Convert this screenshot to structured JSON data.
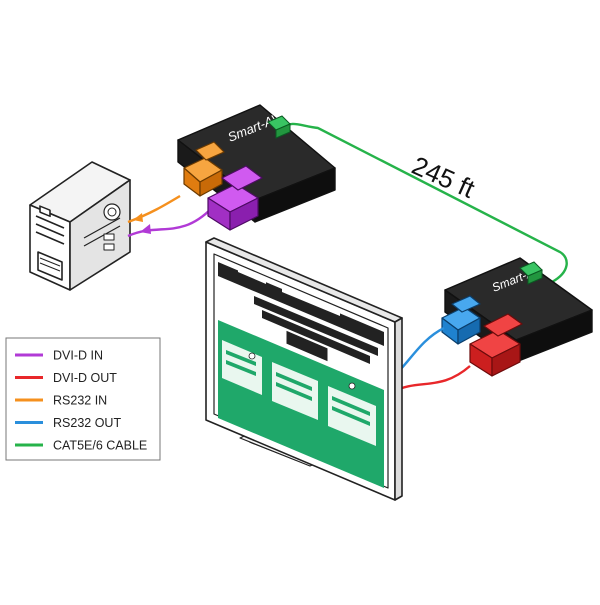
{
  "distance_label": "245 ft",
  "brand": "Smart-AVI",
  "legend": {
    "items": [
      {
        "label": "DVI-D IN",
        "color": "#b13ad6"
      },
      {
        "label": "DVI-D OUT",
        "color": "#e8272a"
      },
      {
        "label": "RS232 IN",
        "color": "#f5901e"
      },
      {
        "label": "RS232 OUT",
        "color": "#2a8fdc"
      },
      {
        "label": "CAT5E/6 CABLE",
        "color": "#26b34a"
      }
    ]
  }
}
